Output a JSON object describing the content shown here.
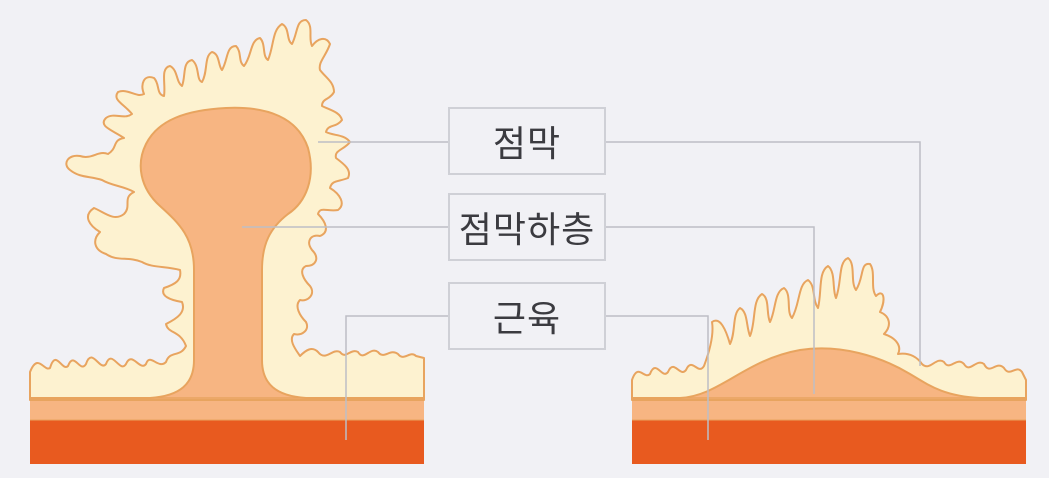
{
  "labels": {
    "mucosa": "점막",
    "submucosa": "점막하층",
    "muscle": "근육"
  },
  "colors": {
    "background": "#f1f1f5",
    "mucosa_fill": "#fdf2d0",
    "submucosa_fill": "#f7b582",
    "muscle_fill": "#e85a1f",
    "outline": "#e8a45f",
    "leader_line": "#bdbec5",
    "label_border": "#cfd0d6",
    "label_text": "#3b3b40"
  }
}
